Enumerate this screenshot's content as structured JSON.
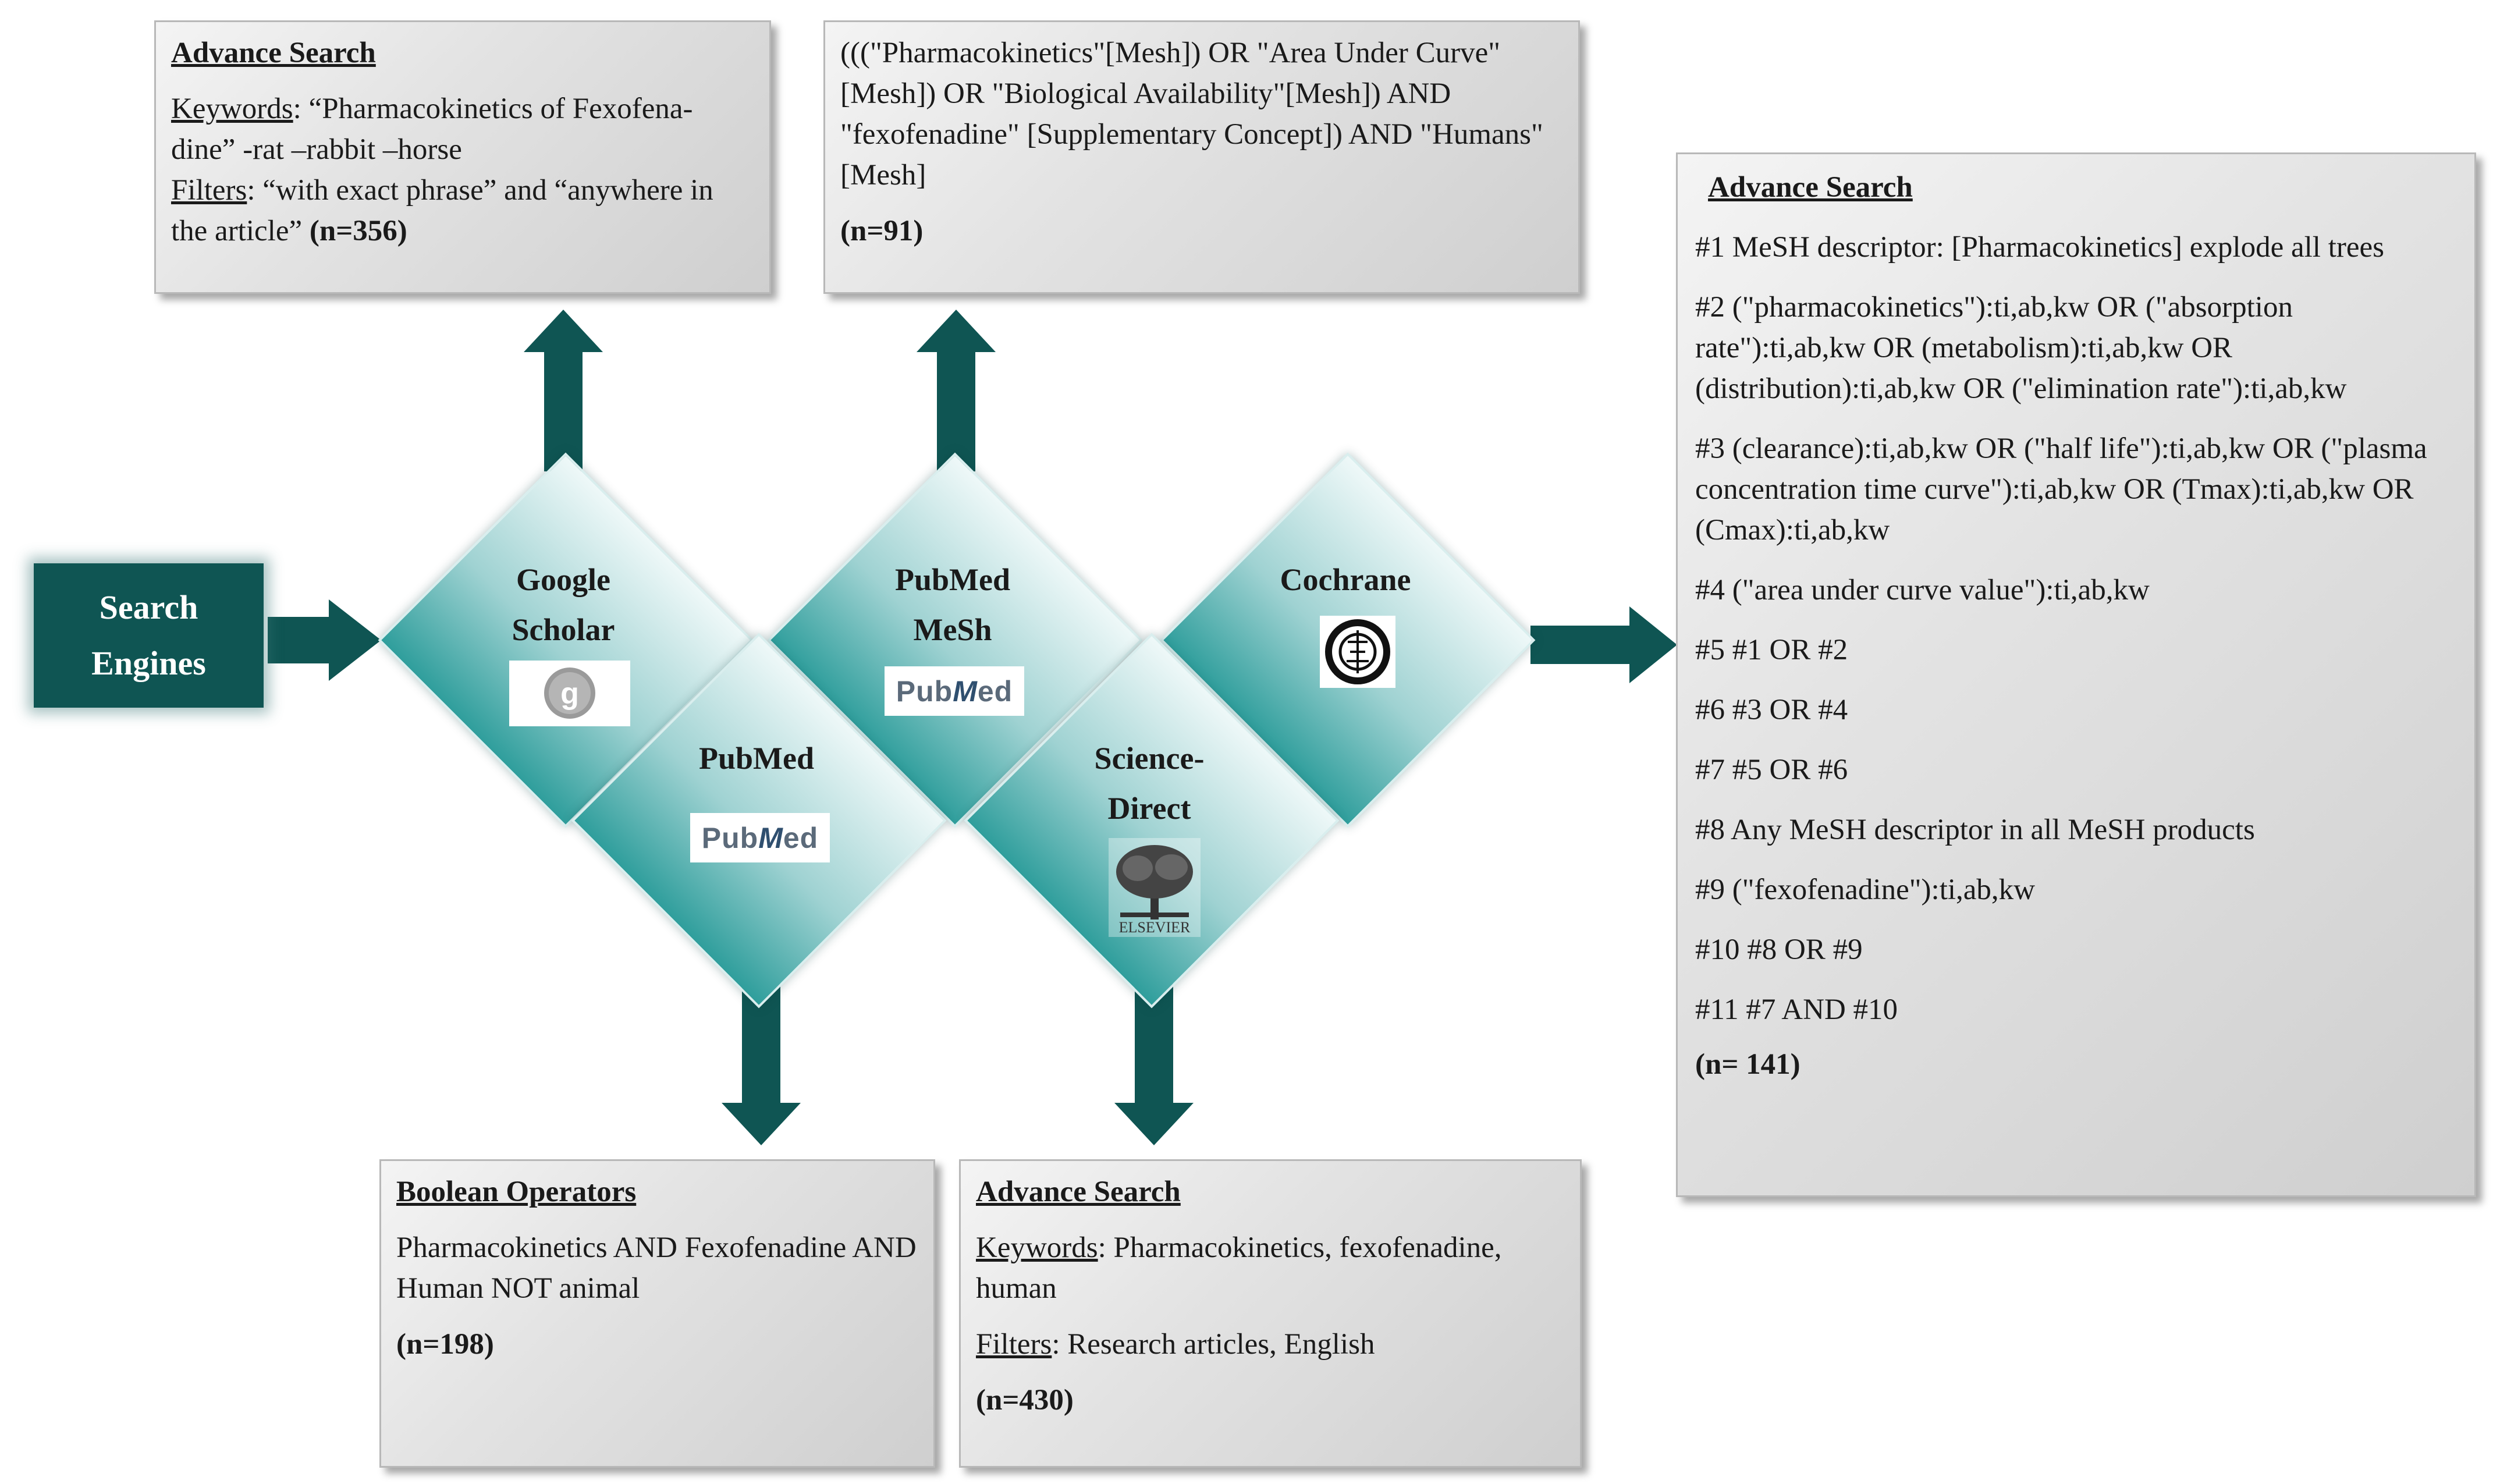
{
  "colors": {
    "node_dark": "#0f5553",
    "diamond_top": "#eef8f8",
    "diamond_bottom": "#2f9e9c",
    "box_fill": "#e3e3e3"
  },
  "start_node": {
    "line1": "Search",
    "line2": "Engines"
  },
  "engines": {
    "google_scholar": {
      "line1": "Google",
      "line2": "Scholar",
      "logo": "google-scholar-logo"
    },
    "pubmed_mesh": {
      "line1": "PubMed",
      "line2": "MeSh",
      "logo": "pubmed-logo"
    },
    "cochrane": {
      "line1": "Cochrane",
      "logo": "cochrane-logo"
    },
    "pubmed": {
      "line1": "PubMed",
      "logo": "pubmed-logo"
    },
    "sciencedirect": {
      "line1": "Science-",
      "line2": "Direct",
      "logo": "elsevier-logo",
      "logo_text": "ELSEVIER"
    }
  },
  "pubmed_logo": {
    "pub": "Pub",
    "m": "M",
    "ed": "ed"
  },
  "boxes": {
    "google_scholar": {
      "heading": "Advance Search",
      "keywords_label": "Keywords",
      "keywords_text": ": “Pharmacokinetics of Fexofena-dine” -rat –rabbit –horse",
      "filters_label": "Filters",
      "filters_text": ": “with exact phrase” and “anywhere in the article” ",
      "count": "(n=356)"
    },
    "pubmed_mesh": {
      "query": "(((\"Pharmacokinetics\"[Mesh]) OR \"Area Under Curve\"[Mesh]) OR \"Biological Availability\"[Mesh]) AND \"fexofenadine\" [Supplementary Concept]) AND \"Humans\"[Mesh]",
      "count": "(n=91)"
    },
    "cochrane": {
      "heading": "Advance Search",
      "lines": [
        "#1  MeSH descriptor: [Pharmacokinetics] explode all trees",
        "#2  (\"pharmacokinetics\"):ti,ab,kw OR (\"absorption rate\"):ti,ab,kw OR (metabolism):ti,ab,kw OR (distribution):ti,ab,kw OR (\"elimination rate\"):ti,ab,kw",
        "#3  (clearance):ti,ab,kw OR (\"half life\"):ti,ab,kw OR (\"plasma concentration time curve\"):ti,ab,kw OR (Tmax):ti,ab,kw OR (Cmax):ti,ab,kw",
        "#4  (\"area under curve value\"):ti,ab,kw",
        "#5   #1 OR #2",
        "#6   #3 OR #4",
        "#7   #5 OR #6",
        "#8   Any MeSH descriptor in all MeSH products",
        "#9   (\"fexofenadine\"):ti,ab,kw",
        "#10  #8 OR #9",
        "#11  #7 AND #10"
      ],
      "count": "(n= 141)"
    },
    "pubmed": {
      "heading": "Boolean Operators",
      "text": "Pharmacokinetics AND Fexofenadine AND Human NOT animal",
      "count": "(n=198)"
    },
    "sciencedirect": {
      "heading": "Advance Search",
      "keywords_label": "Keywords",
      "keywords_text": ": Pharmacokinetics, fexofenadine, human",
      "filters_label": "Filters",
      "filters_text": ": Research articles, English",
      "count": "(n=430)"
    }
  }
}
